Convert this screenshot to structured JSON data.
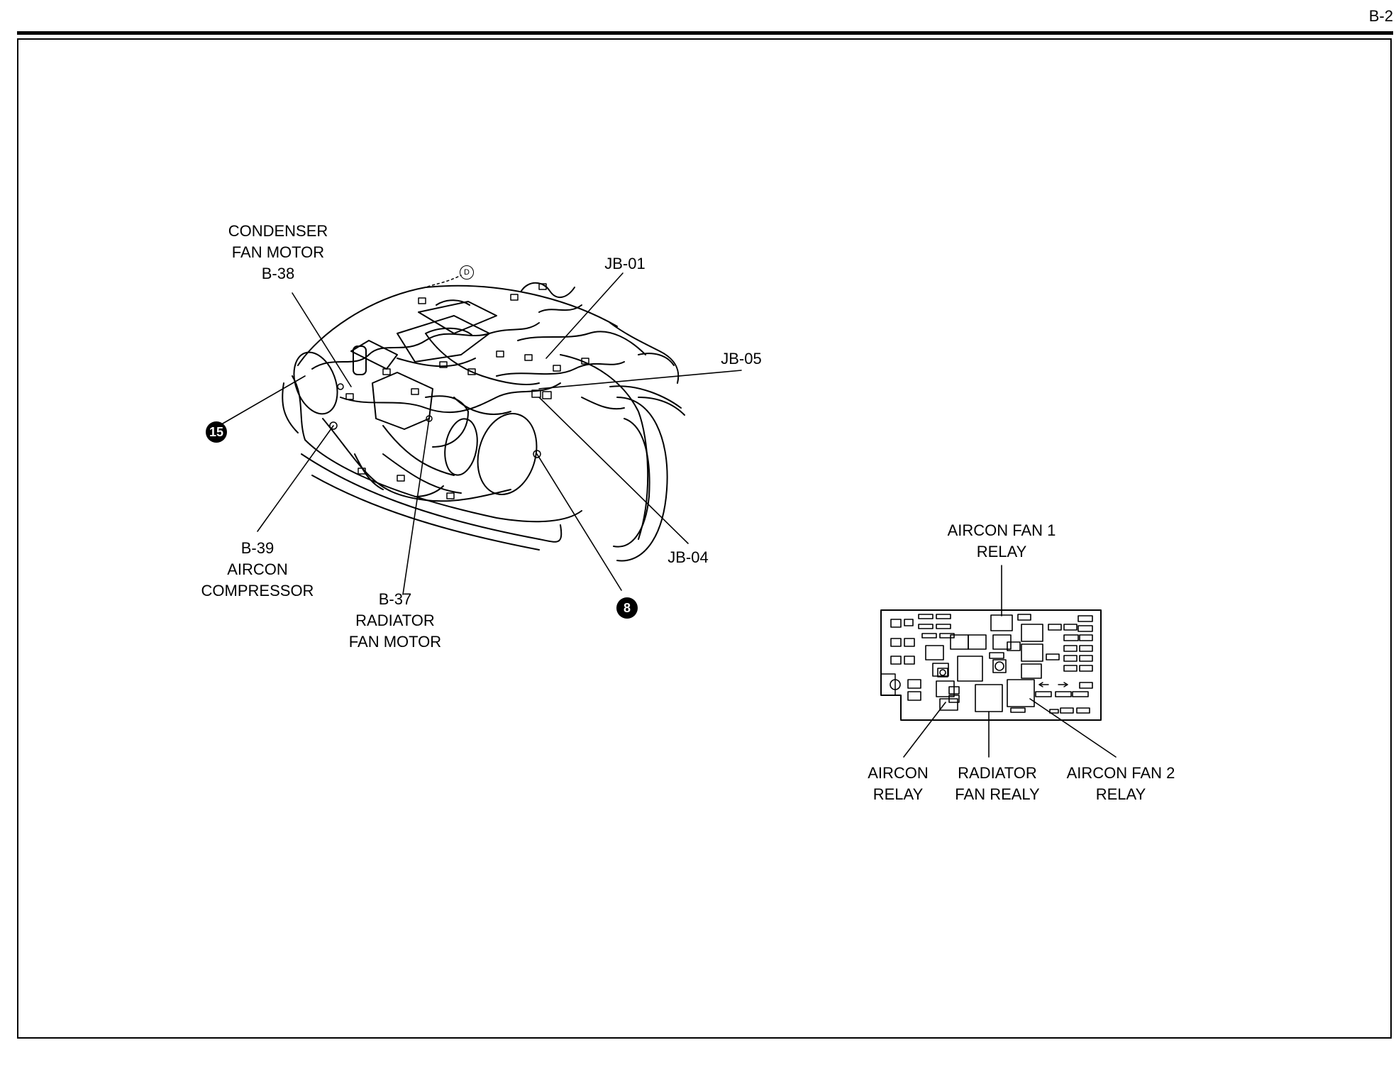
{
  "page_id": "B-2",
  "engine_view": {
    "labels": {
      "condenser_fan_motor": [
        "CONDENSER",
        "FAN MOTOR",
        "B-38"
      ],
      "jb_01": "JB-01",
      "jb_05": "JB-05",
      "jb_04": "JB-04",
      "aircon_compressor": [
        "B-39",
        "AIRCON",
        "COMPRESSOR"
      ],
      "radiator_fan_motor": [
        "B-37",
        "RADIATOR",
        "FAN MOTOR"
      ]
    },
    "ground_points": [
      "15",
      "8"
    ],
    "connector_ref": "D"
  },
  "relay_box": {
    "labels": {
      "aircon_fan_1_relay": [
        "AIRCON FAN 1",
        "RELAY"
      ],
      "aircon_relay": [
        "AIRCON",
        "RELAY"
      ],
      "radiator_fan_relay": [
        "RADIATOR",
        "FAN REALY"
      ],
      "aircon_fan_2_relay": [
        "AIRCON FAN 2",
        "RELAY"
      ]
    }
  }
}
